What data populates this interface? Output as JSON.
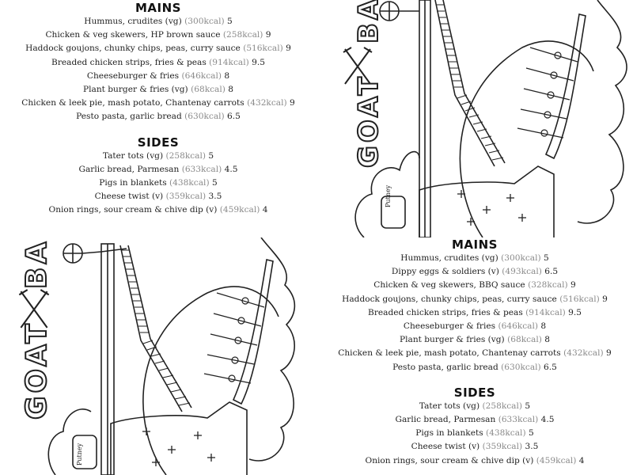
{
  "menu_a": {
    "mains_heading": "MAINS",
    "mains": [
      {
        "name": "Hummus, crudites (vg)",
        "kcal": "(300kcal)",
        "price": "5"
      },
      {
        "name": "Chicken & veg skewers,  HP brown sauce",
        "kcal": "(258kcal)",
        "price": "9"
      },
      {
        "name": "Haddock goujons, chunky chips, peas, curry sauce",
        "kcal": "(516kcal)",
        "price": "9"
      },
      {
        "name": "Breaded chicken strips, fries & peas",
        "kcal": "(914kcal)",
        "price": "9.5"
      },
      {
        "name": "Cheeseburger & fries",
        "kcal": "(646kcal)",
        "price": "8"
      },
      {
        "name": "Plant burger & fries (vg)",
        "kcal": "(68kcal)",
        "price": "8"
      },
      {
        "name": "Chicken & leek pie, mash potato, Chantenay carrots",
        "kcal": "(432kcal)",
        "price": "9"
      },
      {
        "name": "Pesto pasta, garlic bread",
        "kcal": "(630kcal)",
        "price": "6.5"
      }
    ],
    "sides_heading": "SIDES",
    "sides": [
      {
        "name": "Tater tots (vg)",
        "kcal": "(258kcal)",
        "price": "5"
      },
      {
        "name": "Garlic bread, Parmesan",
        "kcal": "(633kcal)",
        "price": "4.5"
      },
      {
        "name": "Pigs in blankets",
        "kcal": "(438kcal)",
        "price": "5"
      },
      {
        "name": "Cheese twist (v)",
        "kcal": "(359kcal)",
        "price": "3.5"
      },
      {
        "name": "Onion rings, sour cream & chive dip (v)",
        "kcal": "(459kcal)",
        "price": "4"
      }
    ]
  },
  "menu_b": {
    "mains_heading": "MAINS",
    "mains": [
      {
        "name": "Hummus, crudites (vg)",
        "kcal": "(300kcal)",
        "price": "5"
      },
      {
        "name": "Dippy eggs & soldiers (v)",
        "kcal": "(493kcal)",
        "price": "6.5"
      },
      {
        "name": "Chicken & veg skewers, BBQ sauce",
        "kcal": "(328kcal)",
        "price": "9"
      },
      {
        "name": "Haddock goujons, chunky chips, peas, curry sauce",
        "kcal": "(516kcal)",
        "price": "9"
      },
      {
        "name": "Breaded chicken strips, fries & peas",
        "kcal": "(914kcal)",
        "price": "9.5"
      },
      {
        "name": "Cheeseburger & fries",
        "kcal": "(646kcal)",
        "price": "8"
      },
      {
        "name": "Plant burger & fries (vg)",
        "kcal": "(68kcal)",
        "price": "8"
      },
      {
        "name": "Chicken & leek pie, mash potato, Chantenay carrots",
        "kcal": "(432kcal)",
        "price": "9"
      },
      {
        "name": "Pesto pasta, garlic bread",
        "kcal": "(630kcal)",
        "price": "6.5"
      }
    ],
    "sides_heading": "SIDES",
    "sides": [
      {
        "name": "Tater tots (vg)",
        "kcal": "(258kcal)",
        "price": "5"
      },
      {
        "name": "Garlic bread, Parmesan",
        "kcal": "(633kcal)",
        "price": "4.5"
      },
      {
        "name": "Pigs in blankets",
        "kcal": "(438kcal)",
        "price": "5"
      },
      {
        "name": "Cheese twist (v)",
        "kcal": "(359kcal)",
        "price": "3.5"
      },
      {
        "name": "Onion rings, sour cream & chive dip (v)",
        "kcal": "(459kcal)",
        "price": "4"
      }
    ]
  },
  "illustration": {
    "brand_goat": "GOAT",
    "brand_bar": "BA",
    "boat_sign": "Putney",
    "icon": "fork-knife-crossed-icon"
  }
}
